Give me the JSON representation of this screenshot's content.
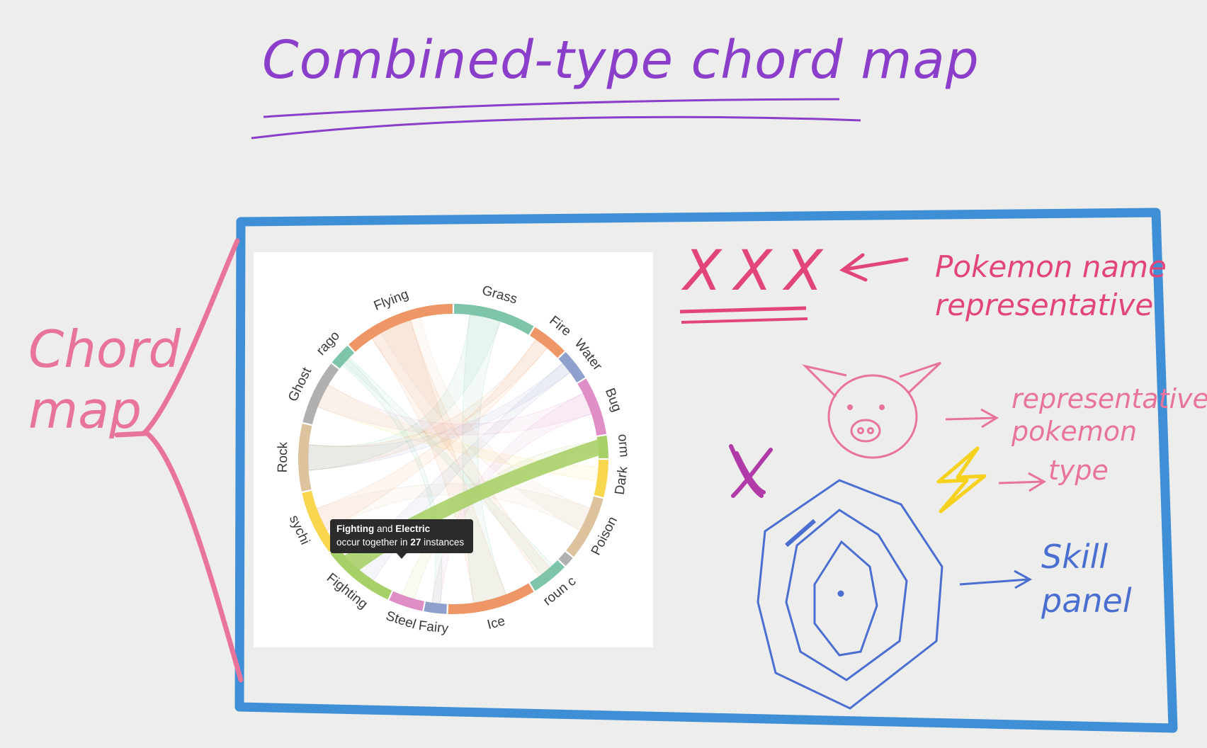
{
  "sketch": {
    "title": "Combined-type chord map",
    "chord_note": [
      "Chord",
      "map"
    ],
    "name_placeholder": "XXX",
    "name_note": [
      "Pokemon name",
      "representative"
    ],
    "rep_note": [
      "representative",
      "pokemon"
    ],
    "type_note": "type",
    "skill_note": [
      "Skill",
      "panel"
    ]
  },
  "colors": {
    "title_ink": "#8a3ec9",
    "pink_ink": "#e2457a",
    "blue_frame": "#3f8fd6",
    "skill_ink": "#4b6fd1",
    "bolt": "#f6d21e",
    "x_mark": "#b03aa8"
  },
  "icons": [
    "pig-icon",
    "lightning-bolt-icon",
    "cross-mark-icon",
    "skill-radar-icon",
    "arrow-icon"
  ],
  "chart_data": {
    "type": "chord",
    "groups": [
      {
        "label": "Grass",
        "color": "#7dc4a8"
      },
      {
        "label": "Fire",
        "color": "#ee9665"
      },
      {
        "label": "Water",
        "color": "#8fa0cc"
      },
      {
        "label": "Bug",
        "color": "#e08fc6"
      },
      {
        "label": "orm",
        "color": "#a8d068"
      },
      {
        "label": "Dark",
        "color": "#f8d64e"
      },
      {
        "label": "Poison",
        "color": "#ddc29e"
      },
      {
        "label": "",
        "color": "#b0b0b0"
      },
      {
        "label": "roun c",
        "color": "#7dc4a8"
      },
      {
        "label": "Ice",
        "color": "#ee9665"
      },
      {
        "label": "Fairy",
        "color": "#8fa0cc"
      },
      {
        "label": "Steel",
        "color": "#e08fc6"
      },
      {
        "label": "Fighting",
        "color": "#a8d068"
      },
      {
        "label": "sychi",
        "color": "#f8d64e"
      },
      {
        "label": "Rock",
        "color": "#ddc29e"
      },
      {
        "label": "Ghost",
        "color": "#b0b0b0"
      },
      {
        "label": "rago",
        "color": "#7dc4a8"
      },
      {
        "label": "Flying",
        "color": "#ee9665"
      }
    ],
    "tooltip": {
      "type_a": "Fighting",
      "joiner": "and",
      "type_b": "Electric",
      "line2_prefix": "occur together in",
      "count": "27",
      "line2_suffix": "instances"
    }
  }
}
